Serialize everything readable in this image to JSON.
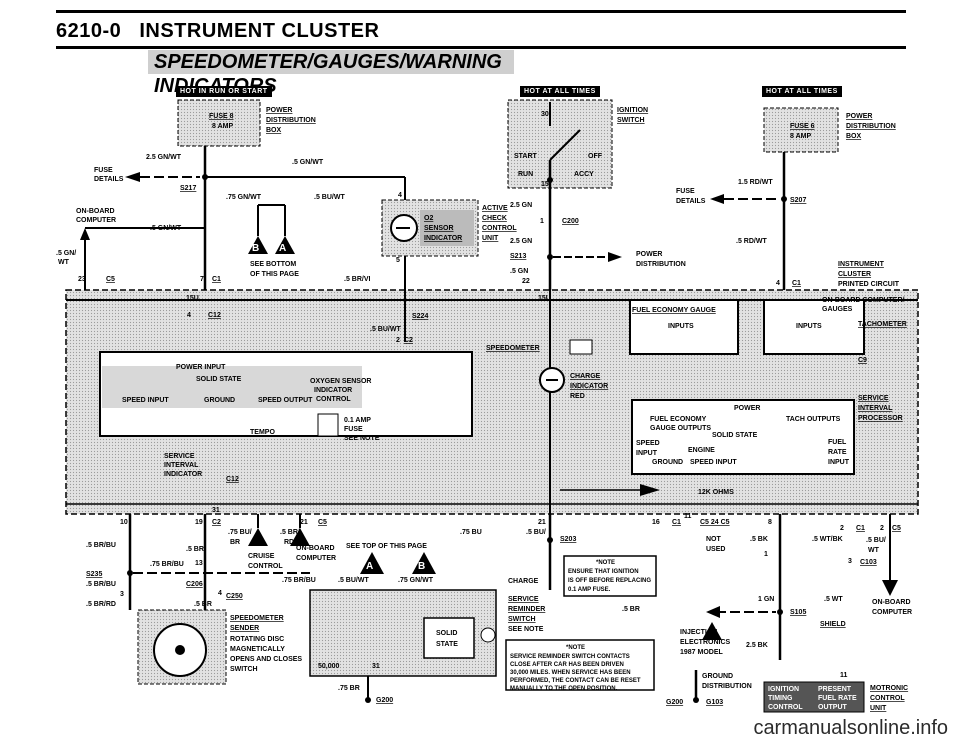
{
  "header": {
    "code": "6210-0",
    "title": "INSTRUMENT CLUSTER"
  },
  "banner": "SPEEDOMETER/GAUGES/WARNING INDICATORS",
  "tags": {
    "run_start": "HOT IN RUN OR START",
    "all_times_1": "HOT AT ALL TIMES",
    "all_times_2": "HOT AT ALL TIMES"
  },
  "top_left": {
    "fuse": "FUSE 8",
    "amp": "8 AMP",
    "power_dist": [
      "POWER",
      "DISTRIBUTION",
      "BOX"
    ],
    "wire_25": "2.5 GN/WT",
    "wire_5gnwt": ".5 GN/WT",
    "fuse_details": [
      "FUSE",
      "DETAILS"
    ],
    "s217": "S217",
    "wire_75": ".75 GN/WT",
    "wire_5buwt": ".5 BU/WT",
    "onboard": [
      "ON-BOARD",
      "COMPUTER"
    ],
    "wire_5gnwt2": ".5 GN/WT",
    "gn_wt": [
      ".5 GN/",
      "WT"
    ],
    "c5_23": "23",
    "c5": "C5",
    "c1_7": "7",
    "c1": "C1",
    "see_bottom": [
      "SEE BOTTOM",
      "OF THIS PAGE"
    ],
    "wire_5brvi": ".5 BR/VI",
    "pin4": "4",
    "pin5": "5"
  },
  "ignition": {
    "label": [
      "IGNITION",
      "SWITCH"
    ],
    "start": "START",
    "off": "OFF",
    "run": "RUN",
    "accy": "ACCY",
    "p30": "30",
    "p15": "15",
    "wire_25gn": "2.5 GN",
    "c200": "C200",
    "pin1": "1",
    "wire_25gn2": "2.5 GN",
    "s213": "S213",
    "wire_5gn": ".5 GN",
    "pin22": "22",
    "power_dist": [
      "POWER",
      "DISTRIBUTION"
    ]
  },
  "check_control": {
    "sensor": [
      "O2",
      "SENSOR",
      "INDICATOR"
    ],
    "label": [
      "ACTIVE",
      "CHECK",
      "CONTROL",
      "UNIT"
    ]
  },
  "top_right": {
    "fuse": "FUSE 6",
    "amp": "8 AMP",
    "power_dist": [
      "POWER",
      "DISTRIBUTION",
      "BOX"
    ],
    "wire_15": "1.5 RD/WT",
    "fuse_details": [
      "FUSE",
      "DETAILS"
    ],
    "s207": "S207",
    "wire_5rdwt": ".5 RD/WT",
    "instrument_cluster": [
      "INSTRUMENT",
      "CLUSTER",
      "PRINTED CIRCUIT"
    ],
    "pin4": "4",
    "c1": "C1"
  },
  "cluster": {
    "p15u": "15U",
    "p15u2": "15U",
    "s224": "S224",
    "c12_4": "4",
    "c12": "C12",
    "buwt": ".5 BU/WT",
    "c2_2": "2",
    "c2": "C2",
    "power_input": "POWER INPUT",
    "solid_state": "SOLID STATE",
    "speed_input": "SPEED INPUT",
    "ground": "GROUND",
    "speed_output": "SPEED OUTPUT",
    "o2_sensor": [
      "OXYGEN SENSOR",
      "INDICATOR",
      "CONTROL"
    ],
    "fuse_01": [
      "0.1 AMP",
      "FUSE",
      "SEE NOTE"
    ],
    "tempo": "TEMPO",
    "speedometer": "SPEEDOMETER",
    "charge": [
      "CHARGE",
      "INDICATOR",
      "RED"
    ],
    "service_interval": [
      "SERVICE",
      "INTERVAL",
      "INDICATOR"
    ],
    "c12b": "C12",
    "fuel_economy_gauge": "FUEL ECONOMY GAUGE",
    "inputs": "INPUTS",
    "onboard_gauges": [
      "ON-BOARD COMPUTER/",
      "GAUGES"
    ],
    "tachometer": "TACHOMETER",
    "power": "POWER",
    "fuel_economy_outputs": [
      "FUEL ECONOMY",
      "GAUGE OUTPUTS"
    ],
    "tach_outputs": "TACH OUTPUTS",
    "solid_state2": "SOLID STATE",
    "speed_input2": [
      "SPEED",
      "INPUT"
    ],
    "engine_ground": [
      "ENGINE",
      "GROUND"
    ],
    "speed_input3": "SPEED INPUT",
    "fuel_rate": [
      "FUEL",
      "RATE",
      "INPUT"
    ],
    "service_interval2": [
      "SERVICE",
      "INTERVAL",
      "PROCESSOR"
    ],
    "twelve_ohms": "12K OHMS",
    "p31": "31",
    "c9": "C9"
  },
  "bottom": {
    "wire_5brbu": ".5 BR/BU",
    "pin10": "10",
    "pin19": "19",
    "c2": "C2",
    "wire_75bu": ".75 BU/",
    "br": "BR",
    "wire_5br": ".5 BR/",
    "pin13": "13",
    "wire_75brbu": ".75 BR/BU",
    "s235": "S235",
    "c206": "C206",
    "c250": "C250",
    "pin4": "4",
    "pin3": "3",
    "wire_5brbu2": ".5 BR/BU",
    "wire_5brrd": ".5 BR/RD",
    "wire_5br2": ".5 BR",
    "speedometer_sender": [
      "SPEEDOMETER",
      "SENDER",
      "ROTATING DISC",
      "MAGNETICALLY",
      "OPENS AND CLOSES",
      "SWITCH"
    ],
    "cruise": [
      "CRUISE",
      "CONTROL"
    ],
    "onboard": [
      "ON-BOARD",
      "COMPUTER"
    ],
    "pin21": "21",
    "c5": "C5",
    "rd": "RD",
    "see_top": "SEE TOP OF THIS PAGE",
    "wire_5buwt": ".5 BU/WT",
    "wire_75gnwt": ".75 GN/WT",
    "solid_state": [
      "SOLID",
      "STATE"
    ],
    "fifty_k": "50,000",
    "p31": "31",
    "wire_75br": ".75 BR",
    "g200": "G200",
    "wire_75bu2": ".75 BU",
    "pin21b": "21",
    "wire_5bu": ".5 BU/",
    "s203": "S203",
    "pin16": "16",
    "pin11": "11",
    "c1": "C1",
    "note1": [
      "*NOTE",
      "ENSURE THAT IGNITION",
      "IS OFF BEFORE REPLACING",
      "0.1 AMP FUSE."
    ],
    "charge": "CHARGE",
    "service_reminder": [
      "SERVICE",
      "REMINDER",
      "SWITCH",
      "SEE NOTE"
    ],
    "wire_5br3": ".5 BR",
    "note2": [
      "*NOTE",
      "SERVICE REMINDER SWITCH CONTACTS",
      "CLOSE AFTER CAR HAS BEEN DRIVEN",
      "30,000 MILES. WHEN SERVICE HAS BEEN",
      "PERFORMED, THE CONTACT CAN BE RESET",
      "MANUALLY TO THE OPEN POSITION."
    ],
    "c524": "C5 24 C5",
    "not_used": [
      "NOT",
      "USED"
    ],
    "bk": ".5 BK",
    "wire_5wtbk": ".5 WT/BK",
    "wt": "WT",
    "c103": "C103",
    "c1b": "C1",
    "p2": "2",
    "c5b": "C5",
    "s105": "S105",
    "shield": "SHIELD",
    "wire_5wt": ".5 WT",
    "onboard2": [
      "ON-BOARD",
      "COMPUTER"
    ],
    "injection": [
      "INJECTION",
      "ELECTRONICS",
      "1987 MODEL"
    ],
    "wire_25bk": "2.5 BK",
    "ground_dist": [
      "GROUND",
      "DISTRIBUTION"
    ],
    "g103": "G103",
    "motronic": [
      "MOTRONIC",
      "CONTROL",
      "UNIT"
    ],
    "ignition_timing": [
      "IGNITION",
      "TIMING",
      "CONTROL"
    ],
    "present": [
      "PRESENT",
      "FUEL RATE",
      "OUTPUT"
    ],
    "gn": "1 GN",
    "pin1": "1",
    "pin8": "8",
    "pin11b": "11"
  },
  "watermark": "carmanualsonline.info"
}
